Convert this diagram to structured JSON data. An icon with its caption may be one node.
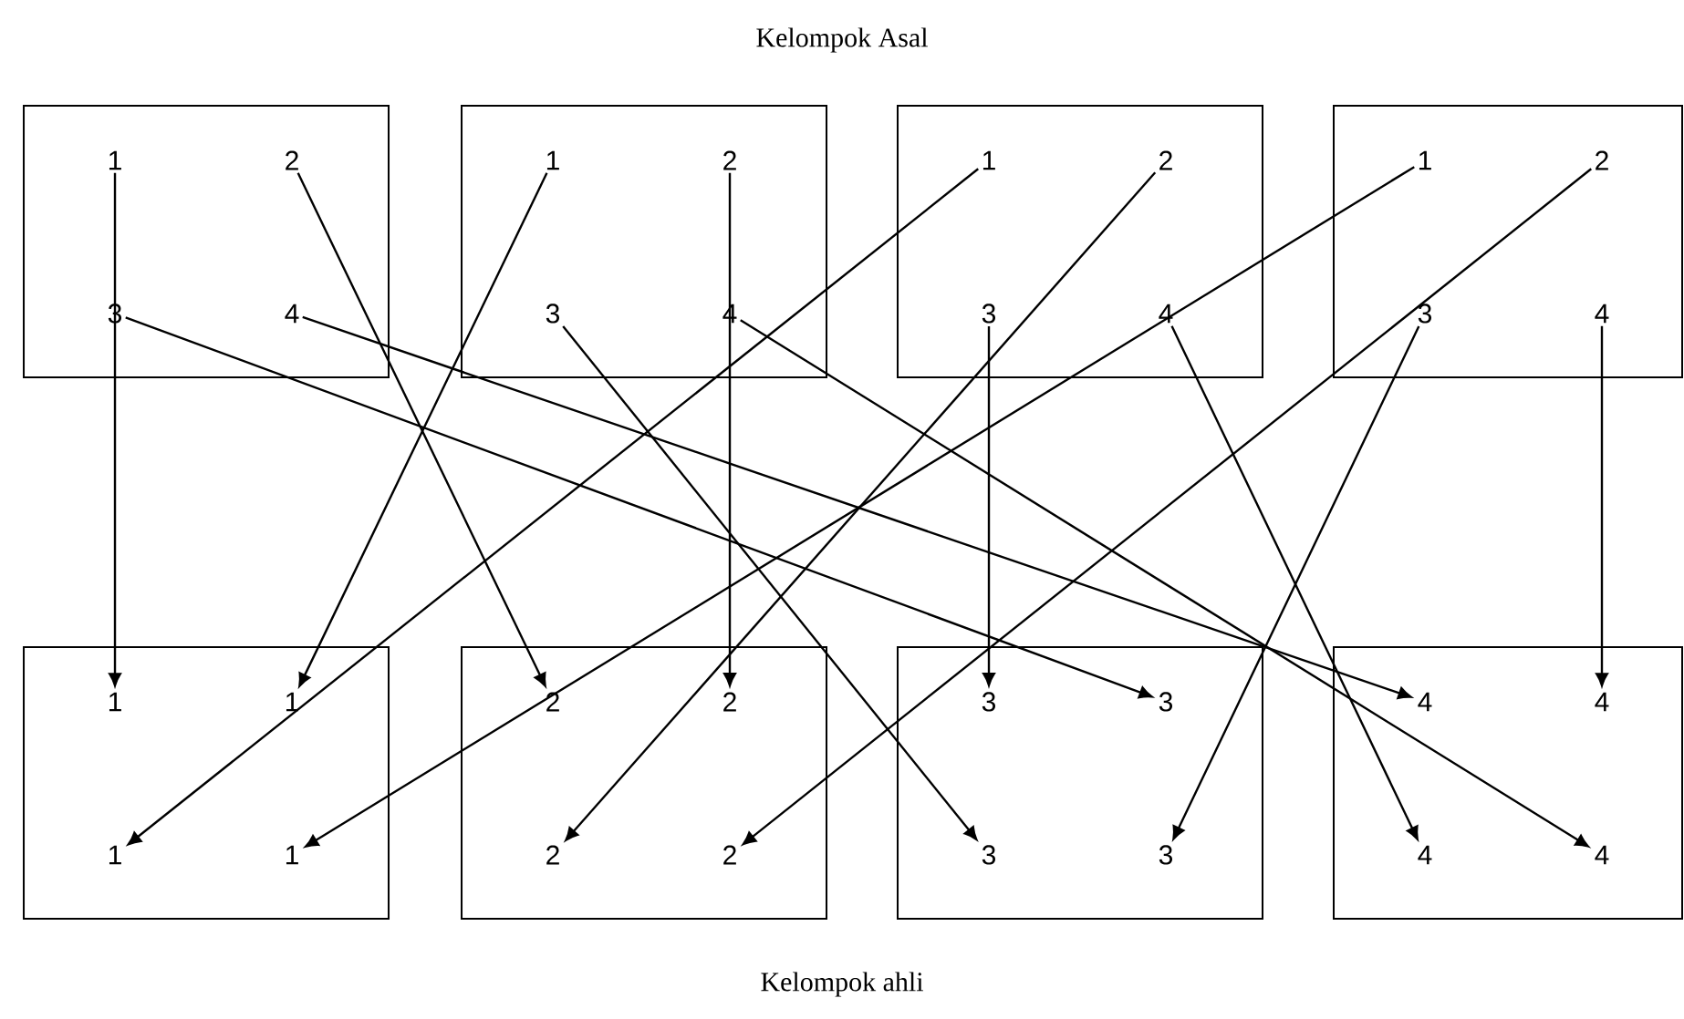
{
  "diagram": {
    "title": "Kelompok Asal",
    "caption": "Kelompok ahli",
    "nodes": [
      {
        "text": [],
        "shape": "box"
      },
      {
        "text": [
          "1"
        ],
        "in": 0
      },
      {
        "text": [
          "2"
        ],
        "in": 0
      },
      {
        "text": [
          "3"
        ],
        "in": 0
      },
      {
        "text": [
          "4"
        ],
        "in": 0
      },
      {
        "text": [],
        "shape": "box"
      },
      {
        "text": [
          "1"
        ],
        "in": 5
      },
      {
        "text": [
          "2"
        ],
        "in": 5
      },
      {
        "text": [
          "3"
        ],
        "in": 5
      },
      {
        "text": [
          "4"
        ],
        "in": 5
      },
      {
        "text": [],
        "shape": "box"
      },
      {
        "text": [
          "1"
        ],
        "in": 10
      },
      {
        "text": [
          "2"
        ],
        "in": 10
      },
      {
        "text": [
          "3"
        ],
        "in": 10
      },
      {
        "text": [
          "4"
        ],
        "in": 10
      },
      {
        "text": [],
        "shape": "box"
      },
      {
        "text": [
          "1"
        ],
        "in": 15
      },
      {
        "text": [
          "2"
        ],
        "in": 15
      },
      {
        "text": [
          "3"
        ],
        "in": 15
      },
      {
        "text": [
          "4"
        ],
        "in": 15
      },
      {
        "text": [],
        "shape": "box"
      },
      {
        "text": [
          "1"
        ],
        "in": 20
      },
      {
        "text": [
          "1"
        ],
        "in": 20
      },
      {
        "text": [
          "1"
        ],
        "in": 20
      },
      {
        "text": [
          "1"
        ],
        "in": 20
      },
      {
        "text": [],
        "shape": "box"
      },
      {
        "text": [
          "2"
        ],
        "in": 25
      },
      {
        "text": [
          "2"
        ],
        "in": 25
      },
      {
        "text": [
          "2"
        ],
        "in": 25
      },
      {
        "text": [
          "2"
        ],
        "in": 25
      },
      {
        "text": [],
        "shape": "box"
      },
      {
        "text": [
          "3"
        ],
        "in": 30
      },
      {
        "text": [
          "3"
        ],
        "in": 30
      },
      {
        "text": [
          "3"
        ],
        "in": 30
      },
      {
        "text": [
          "3"
        ],
        "in": 30
      },
      {
        "text": [],
        "shape": "box"
      },
      {
        "text": [
          "4"
        ],
        "in": 35
      },
      {
        "text": [
          "4"
        ],
        "in": 35
      },
      {
        "text": [
          "4"
        ],
        "in": 35
      },
      {
        "text": [
          "4"
        ],
        "in": 35
      }
    ],
    "edges": [
      {
        "from": 1,
        "to": 21,
        "arrow": "to"
      },
      {
        "from": 2,
        "to": 26,
        "arrow": "to"
      },
      {
        "from": 3,
        "to": 32,
        "arrow": "to"
      },
      {
        "from": 4,
        "to": 36,
        "arrow": "to"
      },
      {
        "from": 6,
        "to": 22,
        "arrow": "to"
      },
      {
        "from": 7,
        "to": 27,
        "arrow": "to"
      },
      {
        "from": 8,
        "to": 33,
        "arrow": "to"
      },
      {
        "from": 9,
        "to": 39,
        "arrow": "to"
      },
      {
        "from": 11,
        "to": 23,
        "arrow": "to"
      },
      {
        "from": 12,
        "to": 28,
        "arrow": "to"
      },
      {
        "from": 13,
        "to": 31,
        "arrow": "to"
      },
      {
        "from": 14,
        "to": 38,
        "arrow": "to"
      },
      {
        "from": 16,
        "to": 24,
        "arrow": "to"
      },
      {
        "from": 17,
        "to": 29,
        "arrow": "to"
      },
      {
        "from": 18,
        "to": 34,
        "arrow": "to"
      },
      {
        "from": 19,
        "to": 37,
        "arrow": "to"
      }
    ]
  }
}
